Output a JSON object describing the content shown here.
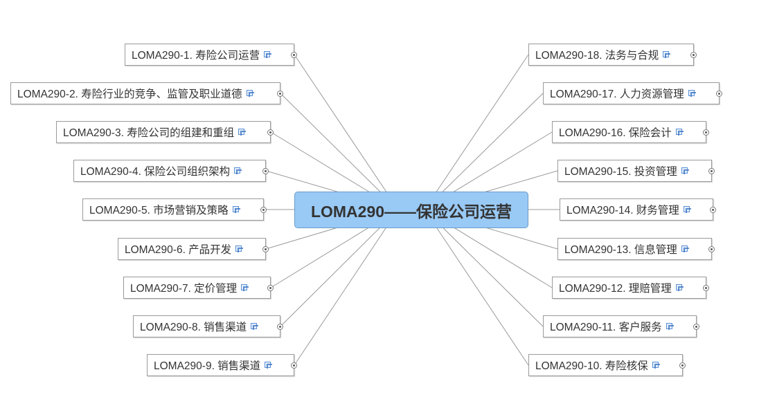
{
  "center": {
    "label": "LOMA290——保险公司运营"
  },
  "left_nodes": [
    "LOMA290-1. 寿险公司运营",
    "LOMA290-2. 寿险行业的竞争、监管及职业道德",
    "LOMA290-3. 寿险公司的组建和重组",
    "LOMA290-4. 保险公司组织架构",
    "LOMA290-5. 市场营销及策略",
    "LOMA290-6. 产品开发",
    "LOMA290-7. 定价管理",
    "LOMA290-8. 销售渠道",
    "LOMA290-9. 销售渠道"
  ],
  "right_nodes": [
    "LOMA290-18. 法务与合规",
    "LOMA290-17. 人力资源管理",
    "LOMA290-16. 保险会计",
    "LOMA290-15. 投资管理",
    "LOMA290-14. 财务管理",
    "LOMA290-13. 信息管理",
    "LOMA290-12. 理赔管理",
    "LOMA290-11. 客户服务",
    "LOMA290-10. 寿险核保"
  ],
  "icons": {
    "note": "note-icon",
    "toggle": "expand-toggle-icon"
  },
  "colors": {
    "center_fill": "#99c9f5",
    "center_border": "#6a9cc9",
    "line": "#999999",
    "node_border": "#9a9a9a"
  }
}
